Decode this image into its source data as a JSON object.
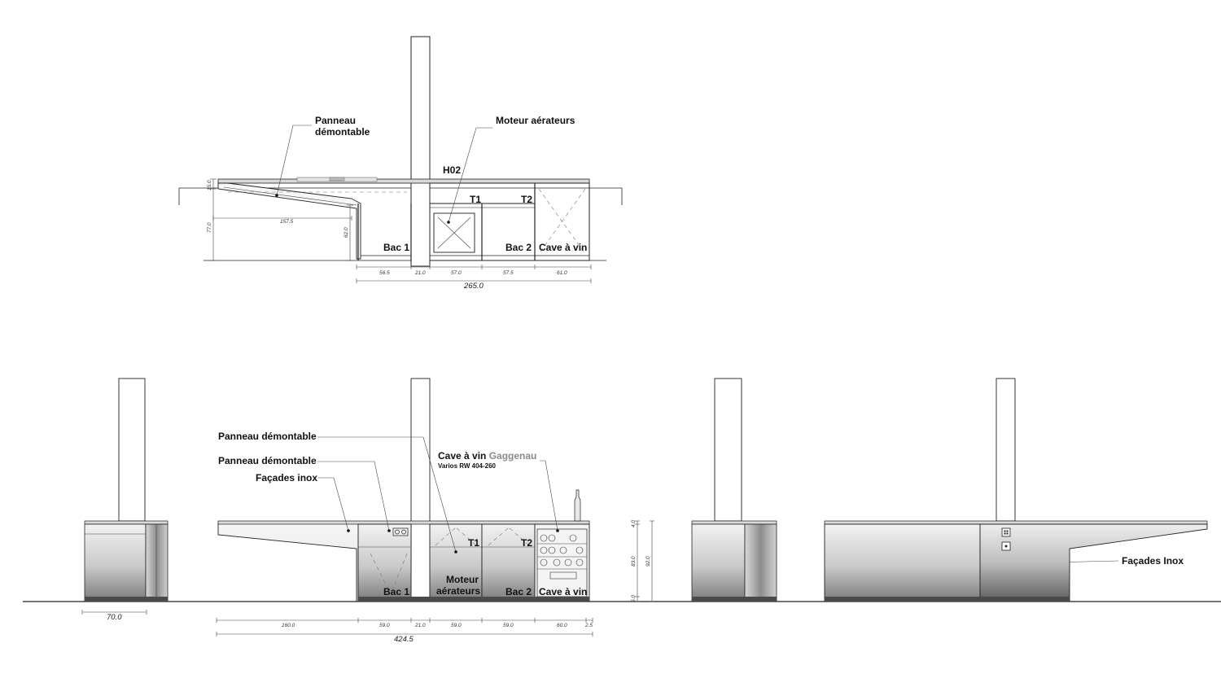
{
  "section": {
    "labels": {
      "panneau_line1": "Panneau",
      "panneau_line2": "démontable",
      "moteur": "Moteur aérateurs",
      "h02": "H02",
      "t1": "T1",
      "t2": "T2",
      "bac1": "Bac 1",
      "bac2": "Bac 2",
      "cave": "Cave à vin"
    },
    "dims": {
      "h15": "15.0",
      "h77": "77.0",
      "h62": "62.0",
      "w157": "157.5",
      "w56": "56.5",
      "w21": "21.0",
      "w57a": "57.0",
      "w57b": "57.5",
      "w61": "61.0",
      "total": "265.0"
    }
  },
  "elevation": {
    "labels": {
      "panneau1": "Panneau démontable",
      "panneau2": "Panneau démontable",
      "facades": "Façades inox",
      "cave_prefix": "Cave à vin ",
      "cave_brand": "Gaggenau",
      "cave_model": "Varios RW 404-260",
      "t1": "T1",
      "t2": "T2",
      "moteur_line1": "Moteur",
      "moteur_line2": "aérateurs",
      "bac1": "Bac 1",
      "bac2": "Bac 2",
      "cave": "Cave à vin",
      "facades_inox": "Façades Inox"
    },
    "dims": {
      "side_width": "70.0",
      "d160": "160.0",
      "d59a": "59.0",
      "d21": "21.0",
      "d59b": "59.0",
      "d59c": "59.0",
      "d60": "60.0",
      "d25": "2.5",
      "total": "424.5",
      "v4": "4.0",
      "v83": "83.0",
      "v92": "92.0",
      "v5": "5.0"
    }
  }
}
